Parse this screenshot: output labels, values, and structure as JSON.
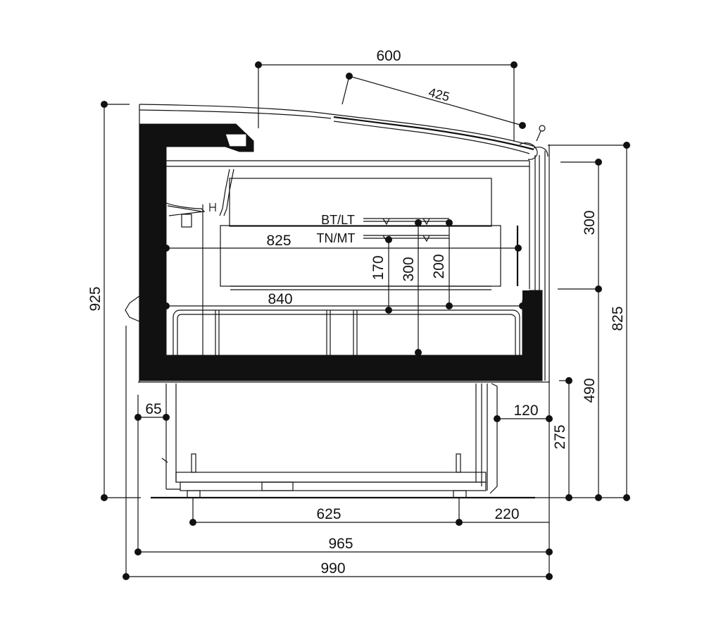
{
  "dimensions": {
    "top_width": "600",
    "lid_angle": "425",
    "height_total": "925",
    "height_right": "825",
    "height_300_upper": "300",
    "height_490": "490",
    "height_275": "275",
    "width_825": "825",
    "width_840": "840",
    "depth_170": "170",
    "depth_300": "300",
    "depth_200": "200",
    "offset_65": "65",
    "offset_120": "120",
    "feet_625": "625",
    "feet_220": "220",
    "base_965": "965",
    "overall_990": "990"
  },
  "labels": {
    "bt_lt": "BT/LT",
    "tn_mt": "TN/MT"
  }
}
